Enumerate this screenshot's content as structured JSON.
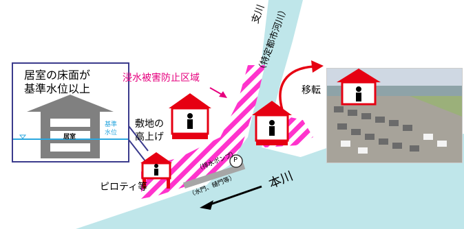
{
  "callout": {
    "title_line1": "居室の床面が",
    "title_line2": "基準水位以上",
    "room_label": "居室",
    "water_level_line1": "基準",
    "water_level_line2": "水位"
  },
  "labels": {
    "zone": "浸水被害防止区域",
    "tributary_line1": "支川",
    "tributary_line2": "（特定都市河川）",
    "raise_line1": "敷地の",
    "raise_line2": "高上げ",
    "relocate": "移転",
    "piloti": "ピロティ等",
    "pump": "（排水ポンプ）",
    "pump_symbol": "P",
    "gate": "（水門、樋門等）",
    "main_river": "本川"
  },
  "colors": {
    "water": "#bfe6ea",
    "zone_stripe": "#ff33cc",
    "house": "#e60012",
    "zone_text": "#e6007e",
    "callout_border": "#3a3a8c",
    "level_line": "#2aa7df"
  }
}
